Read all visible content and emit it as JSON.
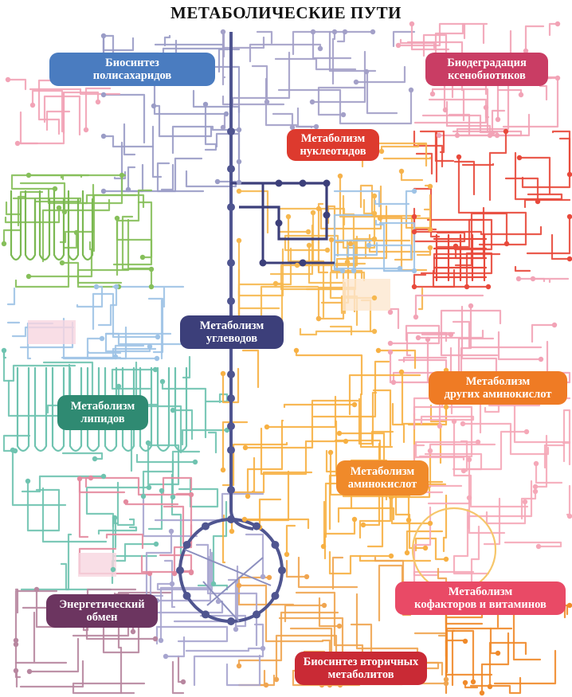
{
  "title": "МЕТАБОЛИЧЕСКИЕ ПУТИ",
  "colors": {
    "carbohydrate": "#3c3f7a",
    "polysaccharide": "#4a7cc0",
    "xenobiotic": "#c93d64",
    "nucleotide": "#dd3a2e",
    "lipid": "#2f8a72",
    "other_amino": "#ef7b24",
    "amino": "#f08a2a",
    "cofactor": "#e94a66",
    "energy": "#6c3560",
    "secondary": "#c92a35"
  },
  "labels": {
    "polysaccharide": {
      "line1": "Биосинтез",
      "line2": "полисахаридов"
    },
    "xenobiotic": {
      "line1": "Биодеградация",
      "line2": "ксенобиотиков"
    },
    "nucleotide": {
      "line1": "Метаболизм",
      "line2": "нуклеотидов"
    },
    "carbohydrate": {
      "line1": "Метаболизм",
      "line2": "углеводов"
    },
    "other_amino": {
      "line1": "Метаболизм",
      "line2": "других аминокислот"
    },
    "lipid": {
      "line1": "Метаболизм",
      "line2": "липидов"
    },
    "amino": {
      "line1": "Метаболизм",
      "line2": "аминокислот"
    },
    "cofactor": {
      "line1": "Метаболизм",
      "line2": "кофакторов и витаминов"
    },
    "energy": {
      "line1": "Энергетический",
      "line2": "обмен"
    },
    "secondary": {
      "line1": "Биосинтез вторичных",
      "line2": "метаболитов"
    }
  }
}
